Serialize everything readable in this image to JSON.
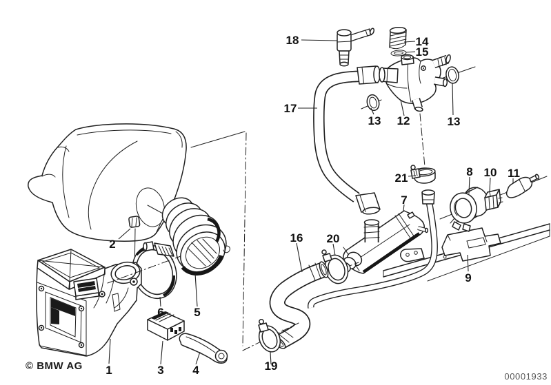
{
  "diagram": {
    "copyright": "© BMW AG",
    "drawing_number": "00001933",
    "callouts": [
      {
        "num": "18"
      },
      {
        "num": "14"
      },
      {
        "num": "15"
      },
      {
        "num": "17"
      },
      {
        "num": "13"
      },
      {
        "num": "12"
      },
      {
        "num": "13"
      },
      {
        "num": "21"
      },
      {
        "num": "8"
      },
      {
        "num": "10"
      },
      {
        "num": "11"
      },
      {
        "num": "7"
      },
      {
        "num": "16"
      },
      {
        "num": "20"
      },
      {
        "num": "9"
      },
      {
        "num": "19"
      },
      {
        "num": "2"
      },
      {
        "num": "1"
      },
      {
        "num": "6"
      },
      {
        "num": "5"
      },
      {
        "num": "3"
      },
      {
        "num": "4"
      }
    ],
    "colors": {
      "background": "#ffffff",
      "line": "#1f1f1f",
      "callout_text": "#111111",
      "drawing_number_text": "#565656"
    }
  }
}
